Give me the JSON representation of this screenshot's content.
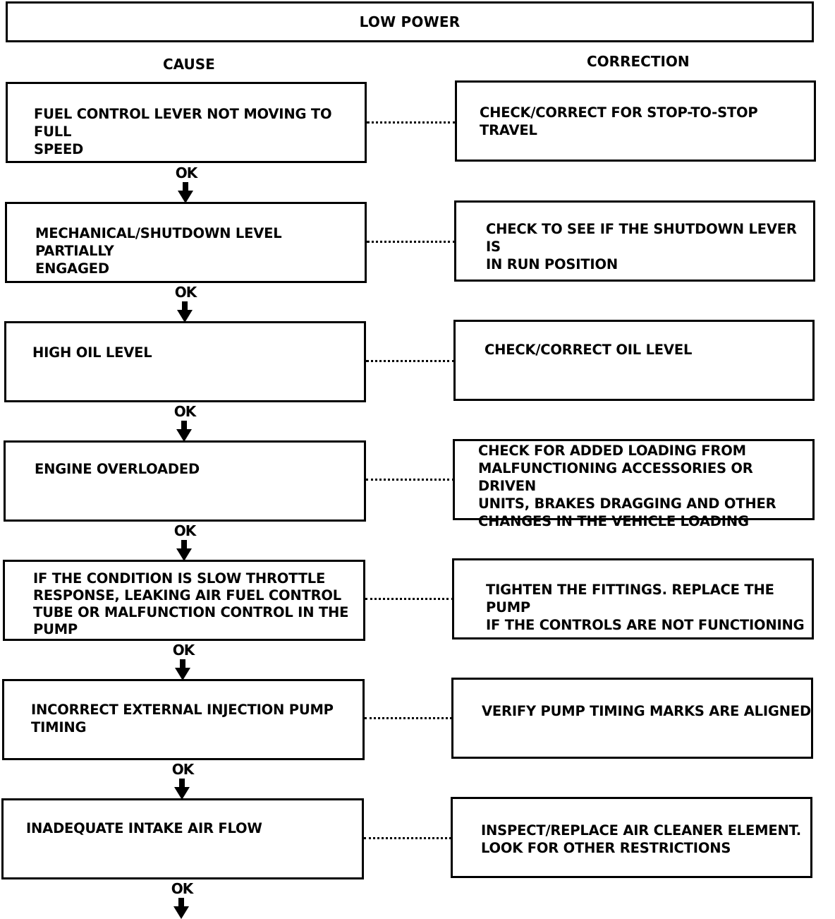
{
  "title": "LOW POWER",
  "headers": {
    "cause": "CAUSE",
    "correction": "CORRECTION"
  },
  "ok_label": "OK",
  "steps": [
    {
      "cause": "FUEL CONTROL LEVER NOT MOVING TO FULL\nSPEED",
      "correction": "CHECK/CORRECT FOR STOP-TO-STOP TRAVEL"
    },
    {
      "cause": "MECHANICAL/SHUTDOWN LEVEL PARTIALLY\nENGAGED",
      "correction": "CHECK TO SEE IF THE SHUTDOWN LEVER IS\nIN RUN POSITION"
    },
    {
      "cause": "HIGH OIL LEVEL",
      "correction": "CHECK/CORRECT OIL LEVEL"
    },
    {
      "cause": "ENGINE OVERLOADED",
      "correction": "CHECK FOR ADDED LOADING FROM\nMALFUNCTIONING ACCESSORIES OR DRIVEN\nUNITS, BRAKES DRAGGING AND OTHER\nCHANGES IN THE VEHICLE LOADING"
    },
    {
      "cause": "IF THE CONDITION IS SLOW THROTTLE\nRESPONSE, LEAKING AIR FUEL CONTROL\nTUBE OR MALFUNCTION CONTROL  IN THE PUMP",
      "correction": "TIGHTEN THE FITTINGS.  REPLACE THE PUMP\nIF THE CONTROLS ARE NOT FUNCTIONING"
    },
    {
      "cause": "INCORRECT EXTERNAL INJECTION PUMP\nTIMING",
      "correction": "VERIFY PUMP TIMING MARKS ARE ALIGNED"
    },
    {
      "cause": "INADEQUATE INTAKE AIR FLOW",
      "correction": "INSPECT/REPLACE AIR CLEANER ELEMENT.\nLOOK FOR OTHER RESTRICTIONS"
    }
  ]
}
